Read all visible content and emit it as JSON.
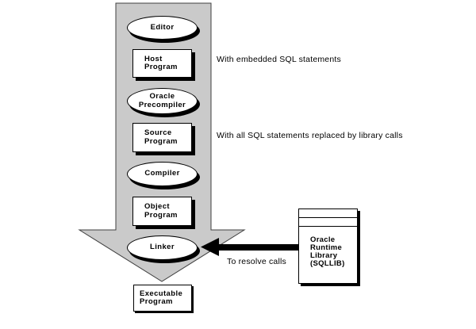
{
  "colors": {
    "arrow_fill": "#cacaca",
    "arrow_outline": "#404040",
    "connector_fill": "#000000",
    "node_fill": "#ffffff",
    "node_border": "#000000",
    "shadow": "#000000",
    "background": "#ffffff"
  },
  "nodes": [
    {
      "id": "editor",
      "shape": "ellipse",
      "label": "Editor"
    },
    {
      "id": "host-program",
      "shape": "rect",
      "label": "Host\nProgram"
    },
    {
      "id": "oracle-precompiler",
      "shape": "ellipse",
      "label": "Oracle\nPrecompiler"
    },
    {
      "id": "source-program",
      "shape": "rect",
      "label": "Source\nProgram"
    },
    {
      "id": "compiler",
      "shape": "ellipse",
      "label": "Compiler"
    },
    {
      "id": "object-program",
      "shape": "rect",
      "label": "Object\nProgram"
    },
    {
      "id": "linker",
      "shape": "ellipse",
      "label": "Linker"
    },
    {
      "id": "executable-program",
      "shape": "rect",
      "label": "Executable\nProgram"
    }
  ],
  "annotations": [
    {
      "id": "embedded-sql",
      "text": "With embedded SQL statements"
    },
    {
      "id": "replaced-sql",
      "text": "With all SQL statements replaced by library calls"
    },
    {
      "id": "resolve-calls",
      "text": "To resolve calls"
    }
  ],
  "library_box": {
    "label": "Oracle\nRuntime\nLibrary\n(SQLLIB)"
  }
}
